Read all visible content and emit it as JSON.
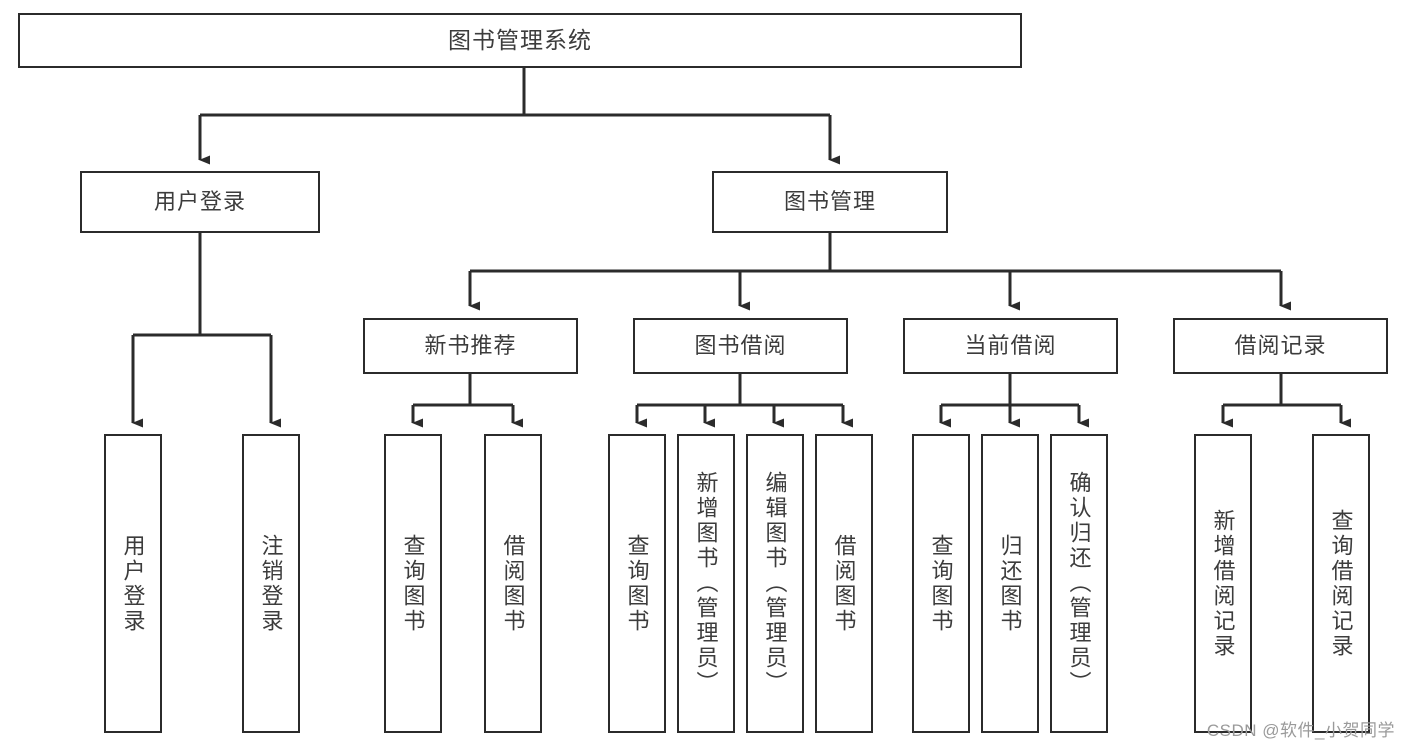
{
  "diagram": {
    "type": "tree-hierarchy-chart",
    "title": "图书管理系统",
    "colors": {
      "stroke": "#2b2b2b",
      "fill": "#ffffff",
      "text": "#3c3c3c",
      "watermark": "#9a9a9a"
    },
    "watermark": "CSDN @软件_小贺同学",
    "nodes": {
      "root": {
        "label": "图书管理系统"
      },
      "level2": [
        {
          "label": "用户登录"
        },
        {
          "label": "图书管理"
        }
      ],
      "level3": [
        {
          "label": "新书推荐"
        },
        {
          "label": "图书借阅"
        },
        {
          "label": "当前借阅"
        },
        {
          "label": "借阅记录"
        }
      ],
      "leaves": {
        "user_login": [
          {
            "label": "用户登录"
          },
          {
            "label": "注销登录"
          }
        ],
        "new_book_recommend": [
          {
            "label": "查询图书"
          },
          {
            "label": "借阅图书"
          }
        ],
        "book_borrow": [
          {
            "label": "查询图书"
          },
          {
            "label": "新增图书（管理员）"
          },
          {
            "label": "编辑图书（管理员）"
          },
          {
            "label": "借阅图书"
          }
        ],
        "current_borrow": [
          {
            "label": "查询图书"
          },
          {
            "label": "归还图书"
          },
          {
            "label": "确认归还（管理员）"
          }
        ],
        "borrow_record": [
          {
            "label": "新增借阅记录"
          },
          {
            "label": "查询借阅记录"
          }
        ]
      }
    }
  }
}
